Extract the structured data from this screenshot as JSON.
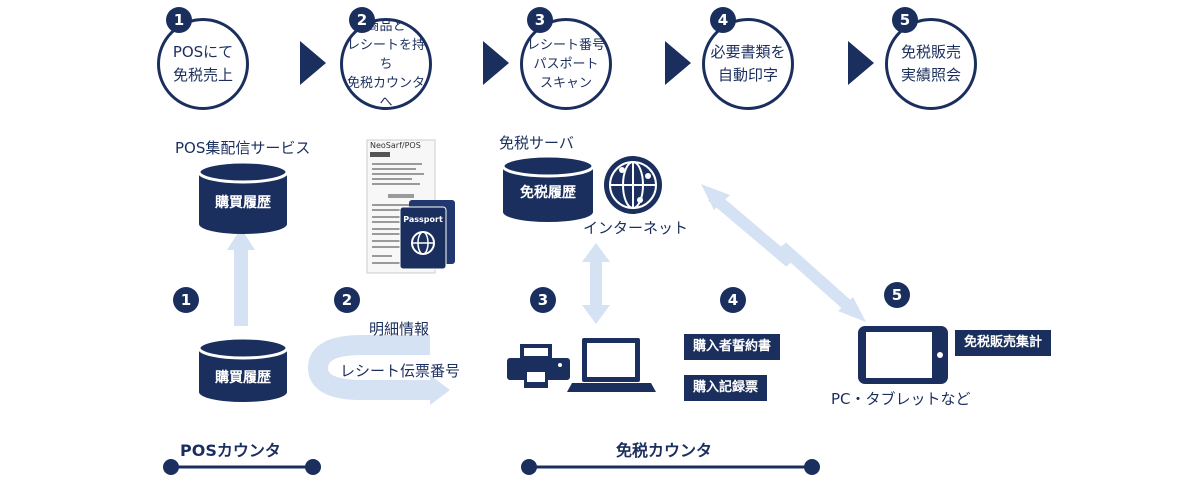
{
  "steps": [
    {
      "num": "1",
      "text": "POSにて\n免税売上"
    },
    {
      "num": "2",
      "text": "商品と\nレシートを持ち\n免税カウンタへ"
    },
    {
      "num": "3",
      "text": "レシート番号\nパスポート\nスキャン"
    },
    {
      "num": "4",
      "text": "必要書類を\n自動印字"
    },
    {
      "num": "5",
      "text": "免税販売\n実績照会"
    }
  ],
  "labels": {
    "pos_service": "POS集配信サービス",
    "purchase_history": "購買履歴",
    "tax_server": "免税サーバ",
    "tax_history": "免税履歴",
    "internet": "インターネット",
    "detail_info": "明細情報",
    "receipt_number": "レシート伝票番号",
    "pc_tablet": "PC・タブレットなど",
    "receipt_brand": "NeoSarf/POS",
    "passport": "Passport"
  },
  "tags": {
    "oath": "購入者誓約書",
    "record": "購入記録票",
    "summary": "免税販売集計"
  },
  "counters": {
    "pos": "POSカウンタ",
    "tax_free": "免税カウンタ"
  },
  "markers": [
    "1",
    "2",
    "3",
    "4",
    "5"
  ],
  "colors": {
    "navy": "#1b2f5e",
    "light_blue": "#d4e2f4"
  }
}
